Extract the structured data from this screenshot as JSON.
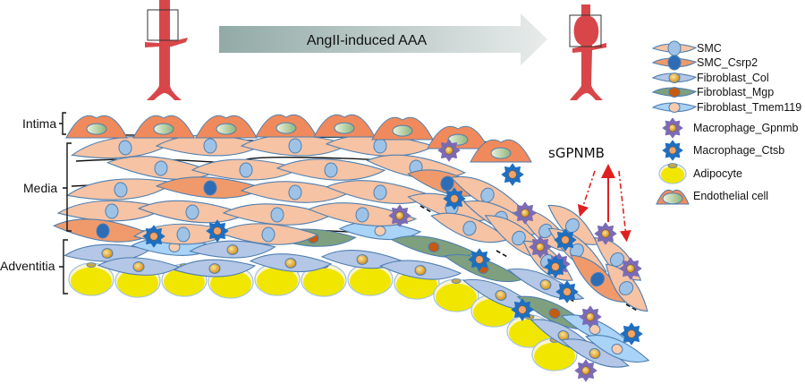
{
  "header": {
    "process_label": "AngII-induced AAA"
  },
  "layers": {
    "intima": "Intima",
    "media": "Media",
    "adventitia": "Adventitia"
  },
  "secreted_factor": "sGPNMB",
  "legend": {
    "items": [
      {
        "key": "smc",
        "label": "SMC"
      },
      {
        "key": "smc_csrp2",
        "label": "SMC_Csrp2"
      },
      {
        "key": "fib_col",
        "label": "Fibroblast_Col"
      },
      {
        "key": "fib_mgp",
        "label": "Fibroblast_Mgp"
      },
      {
        "key": "fib_tmem",
        "label": "Fibroblast_Tmem119"
      },
      {
        "key": "mac_gpnmb",
        "label": "Macrophage_Gpnmb"
      },
      {
        "key": "mac_ctsb",
        "label": "Macrophage_Ctsb"
      },
      {
        "key": "adipocyte",
        "label": "Adipocyte"
      },
      {
        "key": "endothelial",
        "label": "Endothelial cell"
      }
    ]
  },
  "colors": {
    "aorta": "#d9464a",
    "smc_body": "#f6c3a4",
    "smc_csrp2_body": "#f09a6c",
    "cell_outline": "#4f7fb0",
    "smc_nucleus": "#9ec3e6",
    "csrp2_nucleus": "#2e6db5",
    "fib_col_body": "#b4c7e7",
    "fib_col_nucleus": "#e8a317",
    "fib_mgp_body": "#7fa07e",
    "fib_mgp_nucleus": "#c55a11",
    "fib_tmem_body": "#a9d3f7",
    "fib_tmem_nucleus": "#f8cbad",
    "mac_gpnmb_body": "#7b6bb5",
    "mac_ctsb_body": "#1f6fc0",
    "mac_core": "#e9a33a",
    "adipocyte_fill": "#f0e600",
    "adipocyte_rim": "#fbf3cf",
    "endothelial_body": "#f08a5c",
    "endothelial_nucleus": "#b7d3a8",
    "signal_arrow": "#e02020"
  }
}
